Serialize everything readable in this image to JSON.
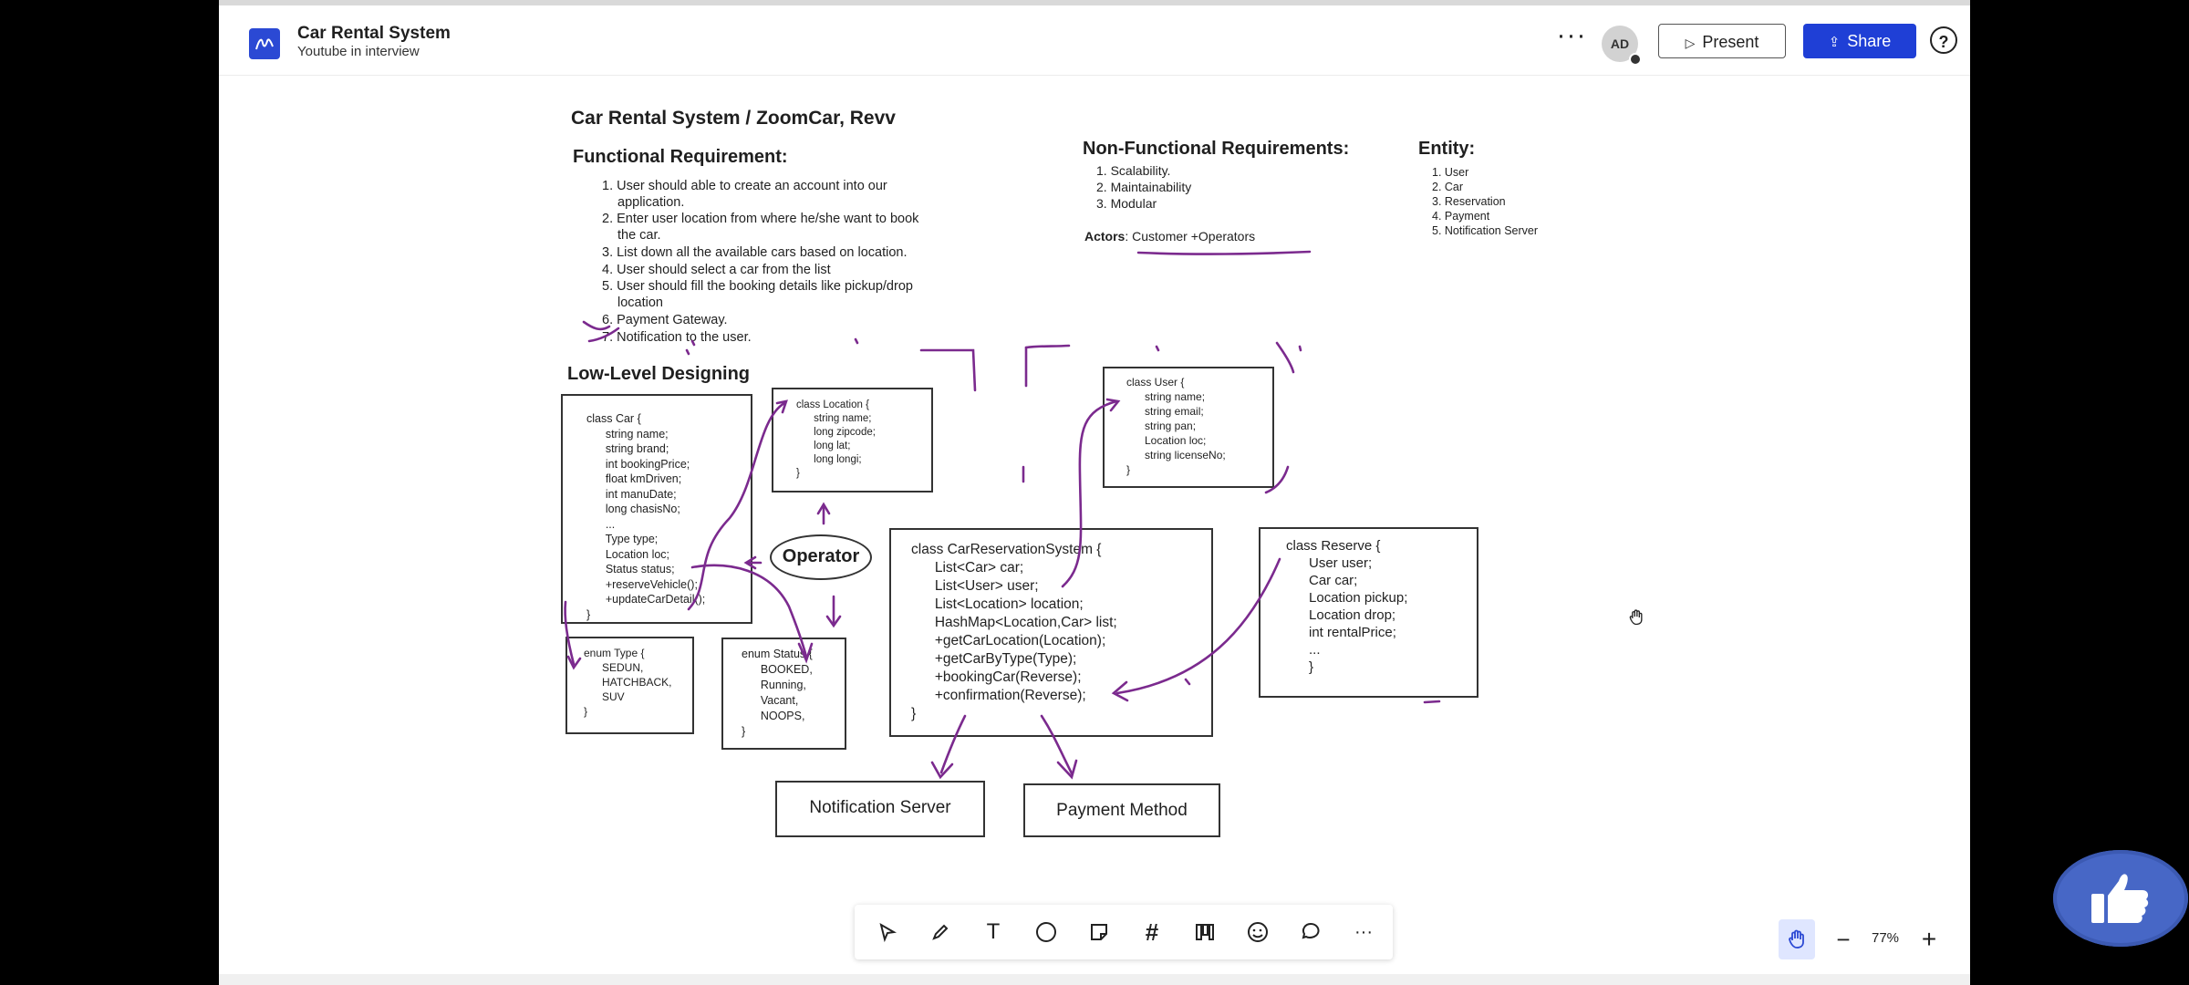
{
  "header": {
    "title": "Car Rental System",
    "subtitle": "Youtube in interview",
    "more": "···",
    "avatar": "AD",
    "present": "Present",
    "share": "Share",
    "help": "?"
  },
  "board": {
    "title": "Car Rental System / ZoomCar, Revv",
    "functional": {
      "heading": "Functional Requirement:",
      "items": [
        "1. User should able to create an account into our",
        "application.",
        "2. Enter user location from where he/she want to book",
        "the car.",
        "3. List down all the available cars based on location.",
        "4. User should select a car from the list",
        "5. User should fill the booking details like pickup/drop",
        "location",
        "6. Payment Gateway.",
        "7. Notification to the user."
      ]
    },
    "non_functional": {
      "heading": "Non-Functional Requirements:",
      "items": [
        "1. Scalability.",
        "2. Maintainability",
        "3. Modular"
      ]
    },
    "actors": {
      "label": "Actors",
      "value": ": Customer +Operators"
    },
    "entity": {
      "heading": "Entity:",
      "items": [
        "1. User",
        "2. Car",
        "3. Reservation",
        "4. Payment",
        "5. Notification Server"
      ]
    },
    "lld_heading": "Low-Level Designing",
    "class_car": "class Car {\n      string name;\n      string brand;\n      int bookingPrice;\n      float kmDriven;\n      int manuDate;\n      long chasisNo;\n      ...\n      Type type;\n      Location loc;\n      Status status;\n      +reserveVehicle();\n      +updateCarDetail();\n}",
    "class_location": "class Location {\n      string name;\n      long zipcode;\n      long lat;\n      long longi;\n}",
    "class_user": "class User {\n      string name;\n      string email;\n      string pan;\n      Location loc;\n      string licenseNo;\n}",
    "enum_type": "enum Type {\n      SEDUN,\n      HATCHBACK,\n      SUV\n}",
    "enum_status": "enum Status {\n      BOOKED,\n      Running,\n      Vacant,\n      NOOPS,\n}",
    "class_reservation_system": "class CarReservationSystem {\n      List<Car> car;\n      List<User> user;\n      List<Location> location;\n      HashMap<Location,Car> list;\n      +getCarLocation(Location);\n      +getCarByType(Type);\n      +bookingCar(Reverse);\n      +confirmation(Reverse);\n}",
    "class_reserve": "class Reserve {\n      User user;\n      Car car;\n      Location pickup;\n      Location drop;\n      int rentalPrice;\n      ...\n      }",
    "operator": "Operator",
    "notification_server": "Notification Server",
    "payment_method": "Payment Method"
  },
  "toolbar": {
    "tools": [
      "select-icon",
      "pen-icon",
      "text-icon",
      "circle-icon",
      "sticky-note-icon",
      "frame-icon",
      "kanban-icon",
      "sticker-icon",
      "comment-icon",
      "more-icon"
    ],
    "text_glyph": "T",
    "frame_glyph": "#",
    "more_glyph": "···"
  },
  "zoom": {
    "minus": "−",
    "value": "77%",
    "plus": "+"
  },
  "colors": {
    "ink": "#7b2a8e",
    "brand": "#2b49d4",
    "share": "#1f3fd6",
    "like": "#4767c6"
  }
}
